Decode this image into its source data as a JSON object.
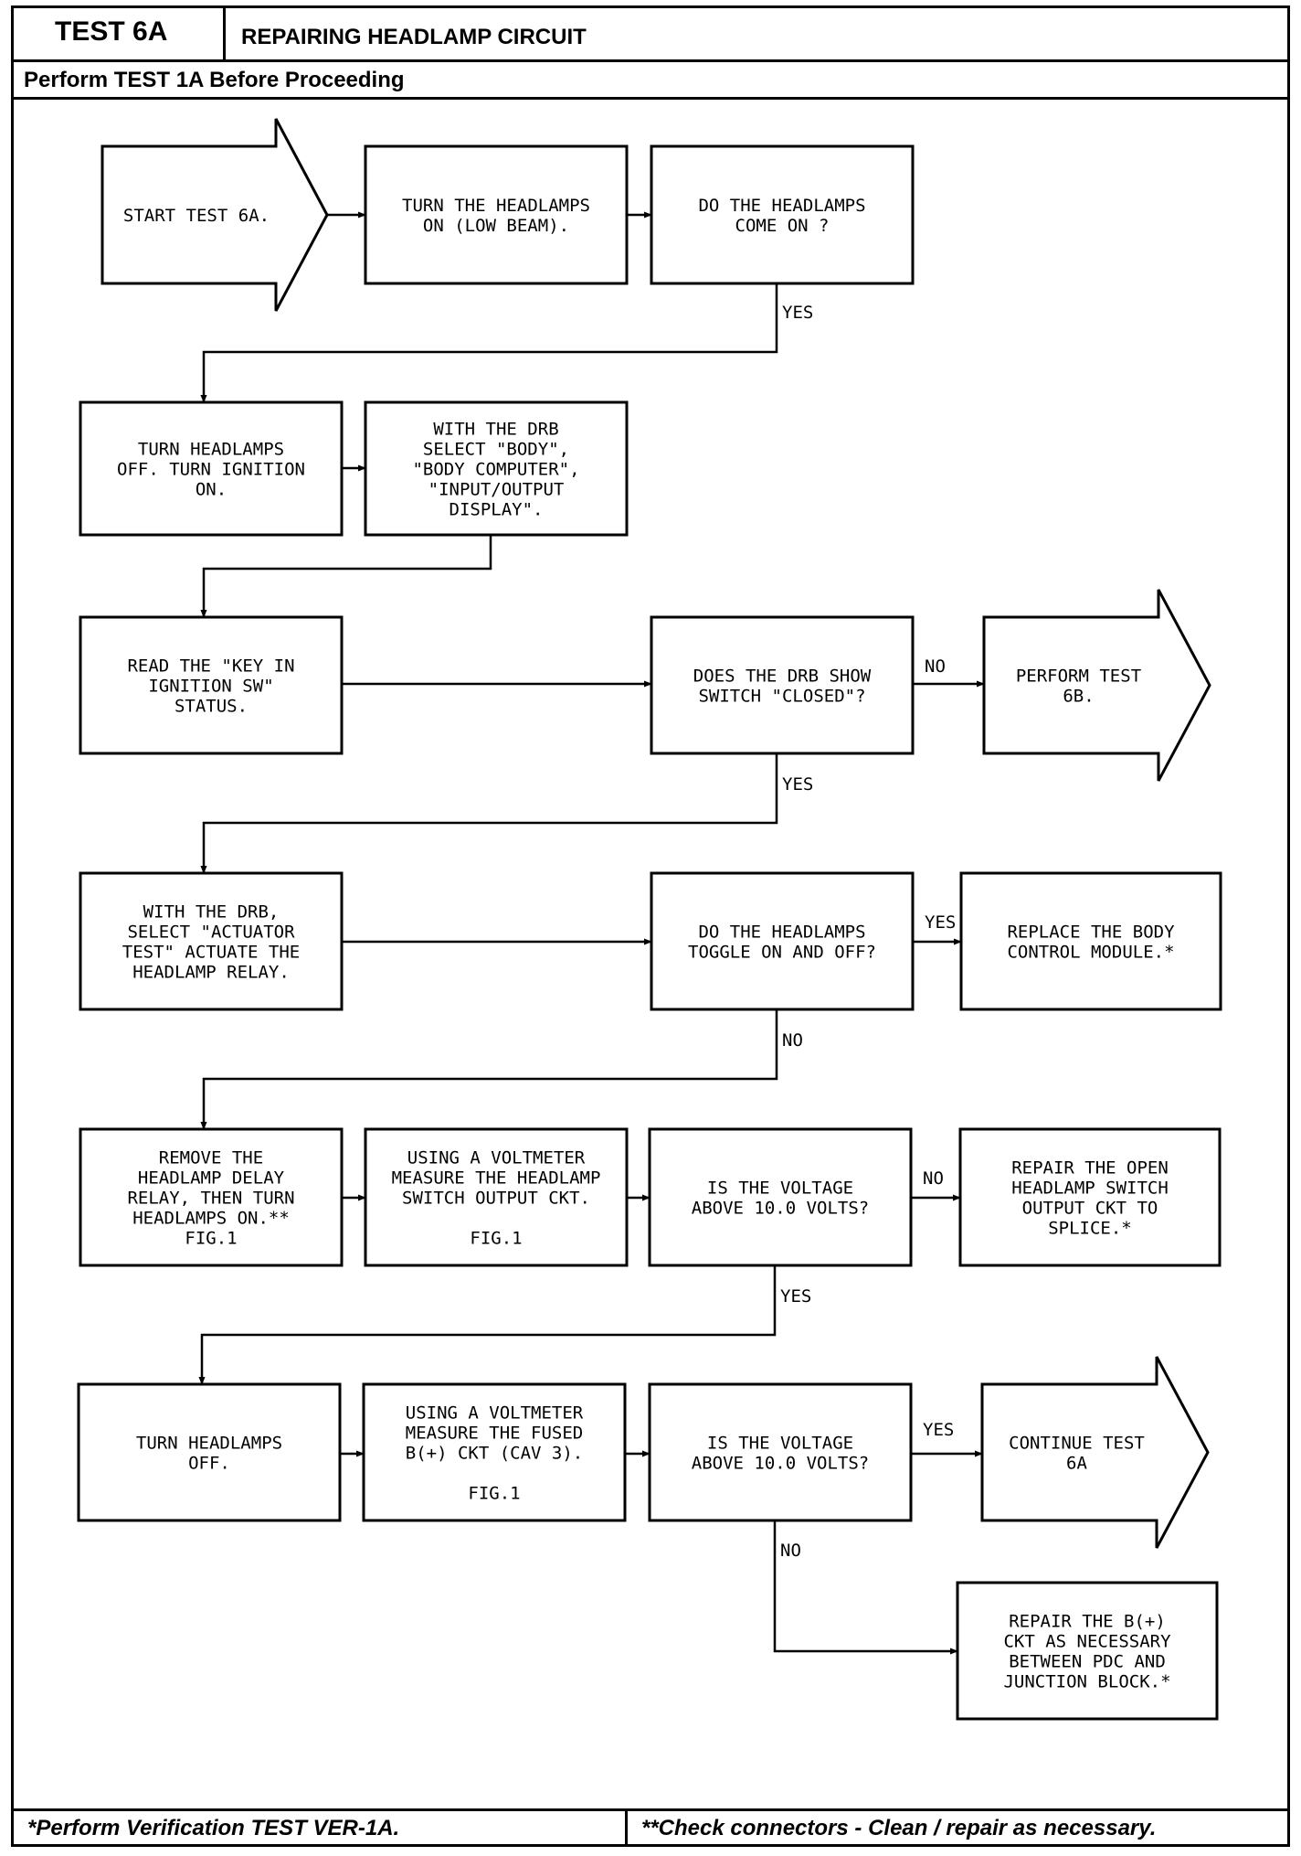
{
  "header": {
    "test_id": "TEST 6A",
    "title": "REPAIRING HEADLAMP CIRCUIT",
    "prerequisite": "Perform TEST 1A Before Proceeding"
  },
  "footer": {
    "left_note": "*Perform Verification TEST VER-1A.",
    "right_note": "**Check connectors - Clean / repair as necessary."
  },
  "flowchart": {
    "nodes": {
      "start": {
        "shape": "arrow",
        "lines": [
          "START TEST 6A."
        ]
      },
      "turn_on_low": {
        "shape": "box",
        "lines": [
          "TURN THE HEADLAMPS",
          "ON (LOW BEAM)."
        ]
      },
      "come_on_q": {
        "shape": "box",
        "lines": [
          "DO THE HEADLAMPS",
          "COME ON ?"
        ]
      },
      "off_ign_on": {
        "shape": "box",
        "lines": [
          "TURN HEADLAMPS",
          "OFF. TURN IGNITION",
          "ON."
        ]
      },
      "drb_select": {
        "shape": "box",
        "lines": [
          "WITH THE DRB",
          "SELECT \"BODY\",",
          "\"BODY COMPUTER\",",
          "\"INPUT/OUTPUT",
          "DISPLAY\"."
        ]
      },
      "read_key": {
        "shape": "box",
        "lines": [
          "READ THE \"KEY IN",
          "IGNITION SW\"",
          "STATUS."
        ]
      },
      "drb_closed_q": {
        "shape": "box",
        "lines": [
          "DOES THE DRB SHOW",
          "SWITCH \"CLOSED\"?"
        ]
      },
      "perform_6b": {
        "shape": "arrow",
        "lines": [
          "PERFORM TEST",
          "6B."
        ]
      },
      "actuator": {
        "shape": "box",
        "lines": [
          "WITH THE DRB,",
          "SELECT \"ACTUATOR",
          "TEST\" ACTUATE THE",
          "HEADLAMP RELAY."
        ]
      },
      "toggle_q": {
        "shape": "box",
        "lines": [
          "DO THE HEADLAMPS",
          "TOGGLE ON AND OFF?"
        ]
      },
      "replace_bcm": {
        "shape": "box",
        "lines": [
          "REPLACE THE BODY",
          "CONTROL MODULE.*"
        ]
      },
      "remove_relay": {
        "shape": "box",
        "lines": [
          "REMOVE THE",
          "HEADLAMP DELAY",
          "RELAY, THEN TURN",
          "HEADLAMPS ON.**",
          "FIG.1"
        ]
      },
      "measure_switch": {
        "shape": "box",
        "lines": [
          "USING A VOLTMETER",
          "MEASURE THE HEADLAMP",
          "SWITCH OUTPUT CKT.",
          "",
          "FIG.1"
        ]
      },
      "volt_q1": {
        "shape": "box",
        "lines": [
          "IS THE VOLTAGE",
          "ABOVE 10.0 VOLTS?"
        ]
      },
      "repair_switch": {
        "shape": "box",
        "lines": [
          "REPAIR THE OPEN",
          "HEADLAMP SWITCH",
          "OUTPUT CKT TO",
          "SPLICE.*"
        ]
      },
      "off_again": {
        "shape": "box",
        "lines": [
          "TURN HEADLAMPS",
          "OFF."
        ]
      },
      "measure_fused": {
        "shape": "box",
        "lines": [
          "USING A VOLTMETER",
          "MEASURE THE FUSED",
          "B(+) CKT (CAV 3).",
          "",
          "FIG.1"
        ]
      },
      "volt_q2": {
        "shape": "box",
        "lines": [
          "IS THE VOLTAGE",
          "ABOVE 10.0 VOLTS?"
        ]
      },
      "continue_6a": {
        "shape": "arrow",
        "lines": [
          "CONTINUE TEST",
          "6A"
        ]
      },
      "repair_b": {
        "shape": "box",
        "lines": [
          "REPAIR THE B(+)",
          "CKT AS NECESSARY",
          "BETWEEN PDC AND",
          "JUNCTION BLOCK.*"
        ]
      }
    },
    "edge_labels": {
      "come_on_yes": "YES",
      "closed_no": "NO",
      "closed_yes": "YES",
      "toggle_yes": "YES",
      "toggle_no": "NO",
      "volt1_no": "NO",
      "volt1_yes": "YES",
      "volt2_yes": "YES",
      "volt2_no": "NO"
    }
  }
}
